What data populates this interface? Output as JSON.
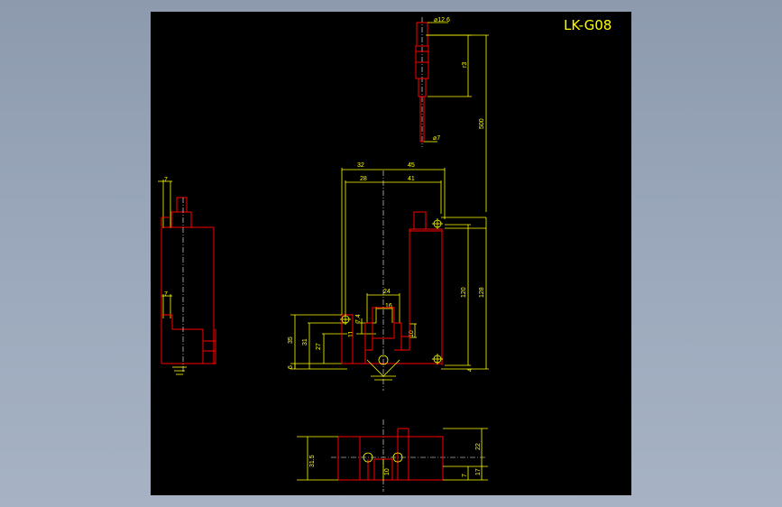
{
  "drawing": {
    "title": "LK-G08",
    "colors": {
      "background": "#000000",
      "frame": "#8d9aae",
      "outline": "#ff0000",
      "dimension": "#ffff00",
      "centerline": "#ffffff"
    },
    "dims": {
      "d126": "⌀12.6",
      "d7": "⌀7",
      "r3": "r3",
      "len500": "500",
      "w32": "32",
      "w45": "45",
      "w28": "28",
      "w41": "41",
      "h120": "120",
      "h128": "128",
      "w24": "24",
      "w16": "16",
      "h74": "7.4",
      "h11": "11",
      "h10": "10",
      "h35": "35",
      "h31": "31",
      "h27": "27",
      "h6": "6",
      "h4": "4",
      "s7top": "7",
      "s7mid": "7",
      "b315": "31.5",
      "b22": "22",
      "b17": "17",
      "b7": "7",
      "b10": "10"
    }
  }
}
